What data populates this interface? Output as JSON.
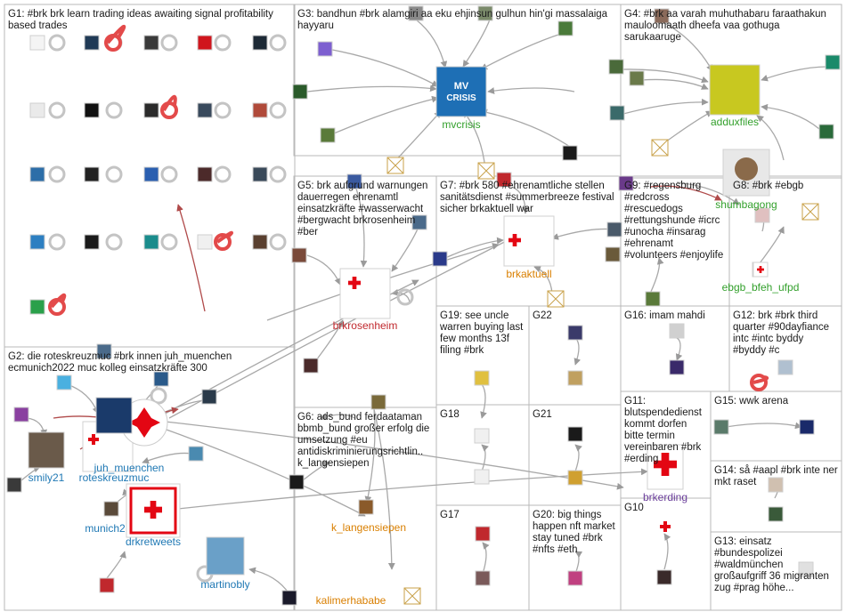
{
  "groups": [
    {
      "id": "G1",
      "lines": [
        "G1: #brk brk learn trading ideas awaiting signal profitability",
        "based trades"
      ]
    },
    {
      "id": "G2",
      "lines": [
        "G2: die roteskreuzmuc #brk innen juh_muenchen",
        "ecmunich2022 muc kolleg einsatzkräfte 300"
      ]
    },
    {
      "id": "G3",
      "lines": [
        "G3: bandhun #brk alamgiri aa eku ehjinsun gulhun hin'gi massalaiga",
        "hayyaru"
      ]
    },
    {
      "id": "G4",
      "lines": [
        "G4: #brk aa varah muhuthabaru faraathakun",
        "mauloomaath dheefa vaa gothuga",
        "sarukaaruge"
      ]
    },
    {
      "id": "G5",
      "lines": [
        "G5: brk aufgrund warnungen",
        "dauerregen ehrenamtl",
        "einsatzkräfte #wasserwacht",
        "#bergwacht brkrosenheim",
        "#ber"
      ]
    },
    {
      "id": "G6",
      "lines": [
        "G6: ads_bund ferdaataman",
        "bbmb_bund großer erfolg die",
        "umsetzung #eu",
        "antidiskriminierungsrichtlin..",
        "k_langensiepen"
      ]
    },
    {
      "id": "G7",
      "lines": [
        "G7: #brk 580 #ehrenamtliche stellen",
        "sanitätsdienst #summerbreeze festival",
        "sicher brkaktuell war"
      ]
    },
    {
      "id": "G8",
      "lines": [
        "G8: #brk #ebgb"
      ]
    },
    {
      "id": "G9",
      "lines": [
        "G9: #regensburg",
        "#redcross",
        "#rescuedogs",
        "#rettungshunde #icrc",
        "#unocha #insarag",
        "#ehrenamt",
        "#volunteers #enjoylife"
      ]
    },
    {
      "id": "G10",
      "lines": [
        "G10"
      ]
    },
    {
      "id": "G11",
      "lines": [
        "G11:",
        "blutspendedienst",
        "kommt dorfen",
        "bitte termin",
        "vereinbaren #brk",
        "#erding"
      ]
    },
    {
      "id": "G12",
      "lines": [
        "G12: brk #brk third",
        "quarter #90dayfiance",
        "intc #intc byddy",
        "#byddy #c"
      ]
    },
    {
      "id": "G13",
      "lines": [
        "G13: einsatz",
        "#bundespolizei",
        "#waldmünchen",
        "großaufgriff 36 migranten",
        "zug #prag höhe..."
      ]
    },
    {
      "id": "G14",
      "lines": [
        "G14: så #aapl #brk inte ner",
        "mkt raset"
      ]
    },
    {
      "id": "G15",
      "lines": [
        "G15: wwk arena"
      ]
    },
    {
      "id": "G16",
      "lines": [
        "G16: imam mahdi"
      ]
    },
    {
      "id": "G17",
      "lines": [
        "G17"
      ]
    },
    {
      "id": "G18",
      "lines": [
        "G18"
      ]
    },
    {
      "id": "G19",
      "lines": [
        "G19: see uncle",
        "warren buying last",
        "few months 13f",
        "filing #brk"
      ]
    },
    {
      "id": "G20",
      "lines": [
        "G20: big things",
        "happen nft market",
        "stay tuned #brk",
        "#nfts #eth"
      ]
    },
    {
      "id": "G21",
      "lines": [
        "G21"
      ]
    },
    {
      "id": "G22",
      "lines": [
        "G22"
      ]
    }
  ],
  "named_nodes": [
    {
      "id": "mvcrisis",
      "label": "mvcrisis"
    },
    {
      "id": "adduxfiles",
      "label": "adduxfiles"
    },
    {
      "id": "shumbagong",
      "label": "shumbagong"
    },
    {
      "id": "ebgb_bfeh_ufpd",
      "label": "ebgb_bfeh_ufpd"
    },
    {
      "id": "brkrosenheim",
      "label": "brkrosenheim"
    },
    {
      "id": "brkaktuell",
      "label": "brkaktuell"
    },
    {
      "id": "k_langensiepen",
      "label": "k_langensiepen"
    },
    {
      "id": "kalimerhababe",
      "label": "kalimerhababe"
    },
    {
      "id": "brkerding",
      "label": "brkerding"
    },
    {
      "id": "smily21",
      "label": "smily21"
    },
    {
      "id": "roteskreuzmuc",
      "label": "roteskreuzmuc"
    },
    {
      "id": "juh_muenchen",
      "label": "juh_muenchen"
    },
    {
      "id": "munich2",
      "label": "munich2"
    },
    {
      "id": "drkretweets",
      "label": "drkretweets"
    },
    {
      "id": "martinobly",
      "label": "martinobly"
    }
  ],
  "colors": {
    "panel_border": "#b9b9b9",
    "edge": "#a8a8a8",
    "edge_red": "#b04a4a",
    "label_blue": "#1f78b4",
    "label_green": "#33a02c",
    "label_red": "#c0282d",
    "label_orange": "#d97f00",
    "label_purple": "#6a3d9a",
    "ring": "#c4c4c4",
    "self_loop_red": "#e34a4a"
  }
}
